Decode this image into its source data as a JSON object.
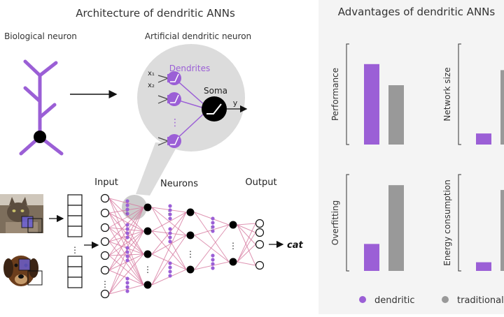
{
  "left": {
    "title": "Architecture of dendritic ANNs",
    "bio_label": "Biological neuron",
    "art_label": "Artificial dendritic neuron",
    "dendrites_label": "Dendrites",
    "soma_label": "Soma",
    "x1": "x₁",
    "x2": "x₂",
    "y_label": "y",
    "input_label": "Input",
    "neurons_label": "Neurons",
    "output_label": "Output",
    "output_word": "cat",
    "ellipsis": "⋮"
  },
  "right": {
    "title": "Advantages of dendritic ANNs",
    "legend": [
      "dendritic",
      "traditional"
    ]
  },
  "colors": {
    "dendritic": "#9b5fd6",
    "traditional": "#999999",
    "edge": "#d77aa0"
  },
  "chart_data": [
    {
      "type": "bar",
      "ylabel": "Performance",
      "categories": [
        "dendritic",
        "traditional"
      ],
      "values": [
        0.8,
        0.59
      ],
      "ylim": [
        0,
        1
      ]
    },
    {
      "type": "bar",
      "ylabel": "Network size",
      "categories": [
        "dendritic",
        "traditional"
      ],
      "values": [
        0.11,
        0.74
      ],
      "ylim": [
        0,
        1
      ]
    },
    {
      "type": "bar",
      "ylabel": "Overfitting",
      "categories": [
        "dendritic",
        "traditional"
      ],
      "values": [
        0.28,
        0.89
      ],
      "ylim": [
        0,
        1
      ]
    },
    {
      "type": "bar",
      "ylabel": "Energy consumption",
      "categories": [
        "dendritic",
        "traditional"
      ],
      "values": [
        0.09,
        0.84
      ],
      "ylim": [
        0,
        1
      ]
    }
  ]
}
